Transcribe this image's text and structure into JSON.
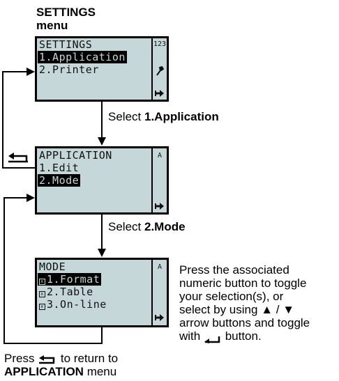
{
  "top_label": {
    "line1": "SETTINGS",
    "line2": "menu"
  },
  "settings_screen": {
    "title": "SETTINGS",
    "items": [
      "1.Application",
      "2.Printer"
    ],
    "selected_index": 0,
    "side_top": "123",
    "side_icons": [
      "wrench-icon",
      "enter-arrow-icon"
    ]
  },
  "step1": {
    "prefix": "Select ",
    "target": "1.Application"
  },
  "application_screen": {
    "title": "APPLICATION",
    "items": [
      "1.Edit",
      "2.Mode"
    ],
    "selected_index": 1,
    "side_top": "A",
    "side_icons": [
      "enter-arrow-icon"
    ]
  },
  "step2": {
    "prefix": "Select ",
    "target": "2.Mode"
  },
  "mode_screen": {
    "title": "MODE",
    "items": [
      "1.Format",
      "2.Table",
      "3.On-line"
    ],
    "selected_index": 0,
    "side_top": "A",
    "side_icons": [
      "enter-arrow-icon"
    ]
  },
  "instructions": {
    "line1": "Press the associated",
    "line2": "numeric button to toggle",
    "line3": "your selection(s), or",
    "line4_prefix": "select by using ",
    "line4_up": "▲",
    "line4_sep": " / ",
    "line4_down": "▼",
    "line5": "arrow buttons and toggle",
    "line6_prefix": "with ",
    "line6_suffix": " button."
  },
  "bottom_note": {
    "line1_prefix": "Press ",
    "line1_suffix": " to return to",
    "line2_bold": "APPLICATION",
    "line2_rest": " menu"
  },
  "icons": {
    "back": "back-arrow-icon",
    "enter": "enter-key-icon"
  }
}
